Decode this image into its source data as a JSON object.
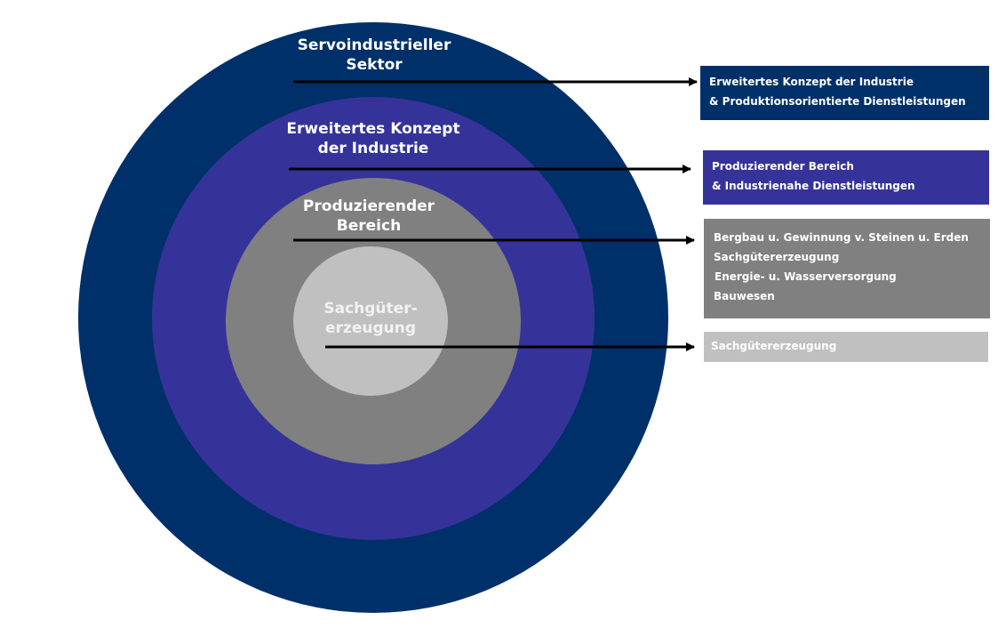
{
  "rings": [
    {
      "label_line1": "Servoindustrieller",
      "label_line2": "Sektor",
      "color": "#00306a"
    },
    {
      "label_line1": "Erweitertes Konzept",
      "label_line2": "der Industrie",
      "color": "#35339a"
    },
    {
      "label_line1": "Produzierender",
      "label_line2": "Bereich",
      "color": "#808080"
    },
    {
      "label_line1": "Sachgüter-",
      "label_line2": "erzeugung",
      "color": "#c0c0c0"
    }
  ],
  "boxes": [
    {
      "lines": [
        "Erweitertes Konzept der Industrie",
        "& Produktionsorientierte Dienstleistungen"
      ],
      "color": "#00306a"
    },
    {
      "lines": [
        "Produzierender Bereich",
        "& Industrienahe Dienstleistungen"
      ],
      "color": "#35339a"
    },
    {
      "lines": [
        "Bergbau u. Gewinnung v. Steinen u. Erden",
        "Sachgütererzeugung",
        "Energie- u. Wasserversorgung",
        "Bauwesen"
      ],
      "color": "#808080"
    },
    {
      "lines": [
        "Sachgütererzeugung"
      ],
      "color": "#c0c0c0"
    }
  ]
}
